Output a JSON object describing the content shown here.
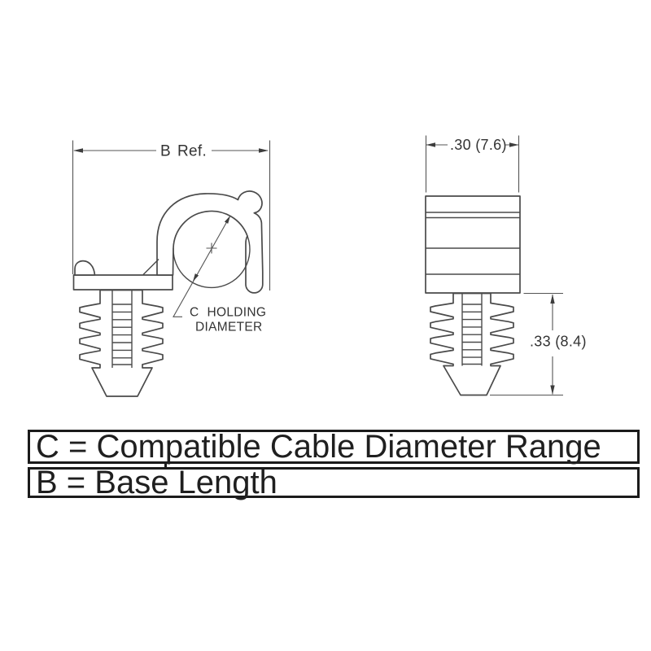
{
  "front_view": {
    "dim_b": {
      "letter": "B",
      "word": "Ref."
    },
    "holding": {
      "letter": "C",
      "word": "HOLDING",
      "line2": "DIAMETER"
    }
  },
  "side_view": {
    "dim_width": ".30 (7.6)",
    "dim_height": ".33 (8.4)"
  },
  "legend": {
    "rows": [
      "C = Compatible Cable Diameter Range",
      "B = Base Length"
    ]
  },
  "colors": {
    "line": "#4a4a4a",
    "dimension_line": "#555555",
    "text": "#333333",
    "table_border": "#1b1b1b",
    "background": "#ffffff"
  }
}
